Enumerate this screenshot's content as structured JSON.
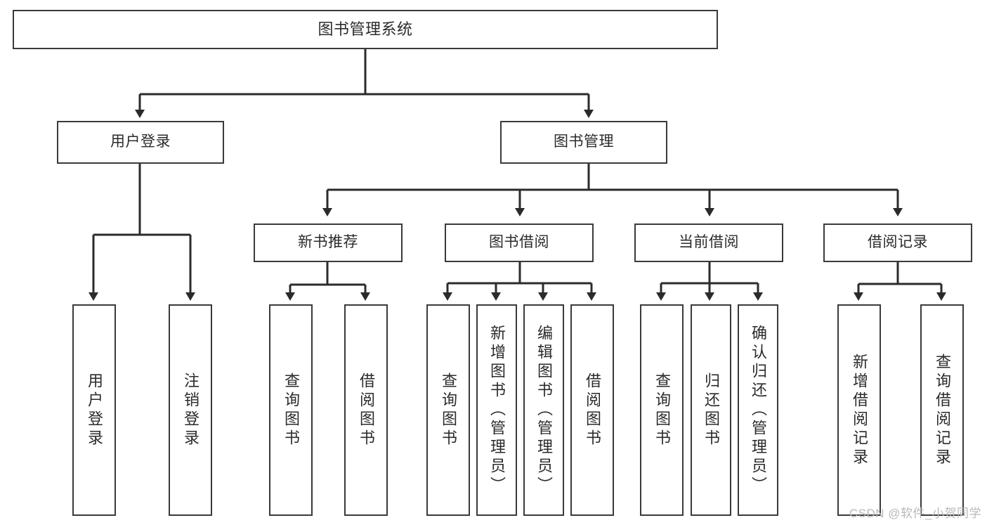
{
  "diagram": {
    "title": "图书管理系统",
    "type": "functional-structure-tree",
    "watermark": "CSDN @软件_小贺同学",
    "colors": {
      "background": "#ffffff",
      "box_border": "#3a3a3a",
      "box_fill": "#ffffff",
      "text": "#2b2b2b",
      "connector": "#2b2b2b",
      "watermark": "#b8b8b8"
    },
    "levels": {
      "level0": "系统",
      "level1": "主模块",
      "level2": "子模块",
      "level3": "功能项"
    },
    "nodes": {
      "root": {
        "label": "图书管理系统",
        "orientation": "horizontal"
      },
      "level1": [
        {
          "id": "user-login",
          "label": "用户登录",
          "orientation": "horizontal"
        },
        {
          "id": "book-manage",
          "label": "图书管理",
          "orientation": "horizontal"
        }
      ],
      "level2": [
        {
          "id": "new-book-recommend",
          "label": "新书推荐",
          "orientation": "horizontal",
          "parent": "book-manage"
        },
        {
          "id": "book-borrow",
          "label": "图书借阅",
          "orientation": "horizontal",
          "parent": "book-manage"
        },
        {
          "id": "current-borrow",
          "label": "当前借阅",
          "orientation": "horizontal",
          "parent": "book-manage"
        },
        {
          "id": "borrow-record",
          "label": "借阅记录",
          "orientation": "horizontal",
          "parent": "book-manage"
        }
      ],
      "leaves": [
        {
          "id": "leaf-user-login",
          "label": "用户登录",
          "orientation": "vertical",
          "parent": "user-login"
        },
        {
          "id": "leaf-logout",
          "label": "注销登录",
          "orientation": "vertical",
          "parent": "user-login"
        },
        {
          "id": "leaf-query-book-1",
          "label": "查询图书",
          "orientation": "vertical",
          "parent": "new-book-recommend"
        },
        {
          "id": "leaf-borrow-book-1",
          "label": "借阅图书",
          "orientation": "vertical",
          "parent": "new-book-recommend"
        },
        {
          "id": "leaf-query-book-2",
          "label": "查询图书",
          "orientation": "vertical",
          "parent": "book-borrow"
        },
        {
          "id": "leaf-add-book",
          "label": "新增图书（管理员）",
          "orientation": "vertical",
          "parent": "book-borrow"
        },
        {
          "id": "leaf-edit-book",
          "label": "编辑图书（管理员）",
          "orientation": "vertical",
          "parent": "book-borrow"
        },
        {
          "id": "leaf-borrow-book-2",
          "label": "借阅图书",
          "orientation": "vertical",
          "parent": "book-borrow"
        },
        {
          "id": "leaf-query-book-3",
          "label": "查询图书",
          "orientation": "vertical",
          "parent": "current-borrow"
        },
        {
          "id": "leaf-return-book",
          "label": "归还图书",
          "orientation": "vertical",
          "parent": "current-borrow"
        },
        {
          "id": "leaf-confirm-return",
          "label": "确认归还（管理员）",
          "orientation": "vertical",
          "parent": "current-borrow"
        },
        {
          "id": "leaf-add-record",
          "label": "新增借阅记录",
          "orientation": "vertical",
          "parent": "borrow-record"
        },
        {
          "id": "leaf-query-record",
          "label": "查询借阅记录",
          "orientation": "vertical",
          "parent": "borrow-record"
        }
      ]
    }
  }
}
